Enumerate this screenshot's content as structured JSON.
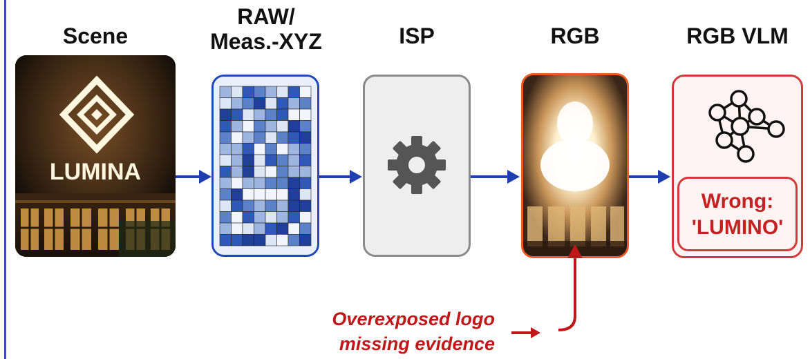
{
  "stages": {
    "scene": "Scene",
    "raw_line1": "RAW/",
    "raw_line2": "Meas.-XYZ",
    "isp": "ISP",
    "rgb": "RGB",
    "vlm": "RGB VLM"
  },
  "scene_image": {
    "logo_text": "LUMINA"
  },
  "vlm_output": {
    "line1": "Wrong:",
    "line2": "'LUMINO'"
  },
  "annotation": {
    "line1": "Overexposed logo",
    "line2": "missing evidence"
  },
  "icons": {
    "isp": "gear-icon",
    "vlm": "neural-network-icon",
    "flow": "arrow-right-icon",
    "callout": "arrow-up-icon"
  },
  "colors": {
    "flow_arrow": "#1f3fb0",
    "raw_border": "#2348b7",
    "isp_border": "#8a8a8a",
    "rgb_border": "#ea5a22",
    "error": "#c42222"
  }
}
